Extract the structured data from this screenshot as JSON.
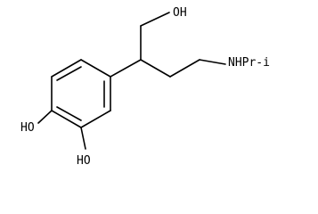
{
  "molecule": {
    "labels": {
      "oh_top": "OH",
      "nh_pr_i": "NHPr-i",
      "ho_left": "HO",
      "ho_bottom": "HO"
    },
    "colors": {
      "bond": "#000000",
      "text": "#000000",
      "background": "#ffffff"
    }
  }
}
